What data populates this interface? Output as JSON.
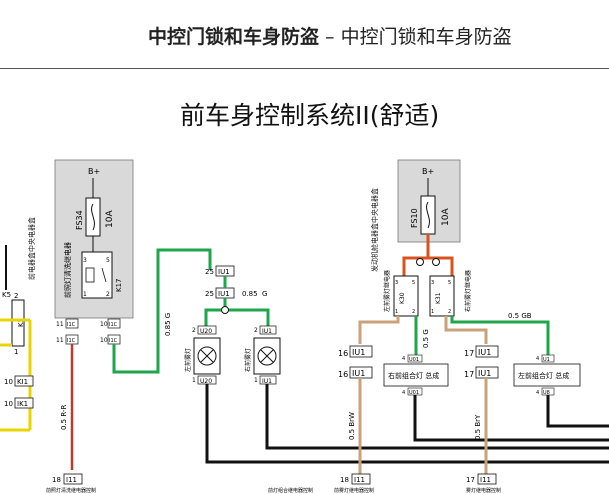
{
  "header": {
    "title_main": "中控门锁和车身防盗",
    "title_dash": " – ",
    "title_sub": "中控门锁和车身防盗"
  },
  "diagram": {
    "title": "前车身控制系统II(舒适)",
    "fuse_left": {
      "supply": "B+",
      "id": "FS34",
      "rating": "10A"
    },
    "fuse_right": {
      "supply": "B+",
      "id": "FS10",
      "rating": "10A"
    },
    "relay_left": {
      "id": "K17",
      "label": "前照灯清洗继电器",
      "pin_tl": "3",
      "pin_tr": "5",
      "pin_bl": "1",
      "pin_br": "2"
    },
    "relay_right_a": {
      "id": "K30",
      "pins": [
        "3",
        "5",
        "1",
        "2"
      ]
    },
    "relay_right_b": {
      "id": "K31",
      "pins": [
        "3",
        "5",
        "1",
        "2"
      ]
    },
    "relay_right_labels": {
      "left": "左前雾灯继电器",
      "right": "右前雾灯继电器"
    },
    "box_left_label": "前电器盒中央电器盒",
    "box_right_label": "发动机舱电器盒中央电器盒",
    "left_edge": {
      "k5": "K5",
      "k5_pin": "2",
      "k5_top": "K5",
      "pin1": "1",
      "kl1": "KI1",
      "kl1_pin": "10",
      "ik1": "IK1",
      "ik1_pin": "10"
    },
    "conn_left": {
      "p11a": "11",
      "c11a": "I1C",
      "p11b": "11",
      "c11b": "I1C",
      "p10a": "10",
      "c10a": "I1C",
      "p10b": "10",
      "c10b": "I1C"
    },
    "wires": {
      "g085": "0.85 G",
      "g085b": "0.85",
      "g_label": "G",
      "rr05": "0.5 R-R",
      "brw": "0.5 BrW",
      "bry": "0.5 BrY",
      "g05": "0.5 G",
      "gb05": "0.5 GB"
    },
    "iu": {
      "p25a": "25",
      "c25a": "IU1",
      "p25b": "25",
      "c25b": "IU1",
      "p2a": "2",
      "c2a": "U20",
      "p1a": "1",
      "c1a": "U20",
      "p2b": "2",
      "c2b": "IU1",
      "p1b": "1",
      "c1b": "IU1",
      "p16a": "16",
      "c16a": "IU1",
      "p16b": "16",
      "c16b": "IU1",
      "p17a": "17",
      "c17a": "IU1",
      "p17b": "17",
      "c17b": "IU1",
      "p18": "18",
      "c18": "I11",
      "p17c": "17",
      "c17c": "I11",
      "p18b": "18",
      "c18b": "I11"
    },
    "lamps": {
      "left": "左前雾灯",
      "right": "右前雾灯"
    },
    "combo": {
      "left": "右前组合灯 总成",
      "left_pin_top": "4",
      "left_conn_top": "U01",
      "left_pin_bot": "4",
      "left_conn_bot": "U01",
      "right": "左前组合灯 总成",
      "right_pin_top": "4",
      "right_conn_top": "U1",
      "right_pin_bot": "4",
      "right_conn_bot": "U8"
    },
    "footer": {
      "left": "前照灯清洗继电器控制",
      "mid": "前雾灯继电器控制",
      "mid2": "雾灯继电器控制",
      "right": "前灯组合继电器控制"
    }
  }
}
